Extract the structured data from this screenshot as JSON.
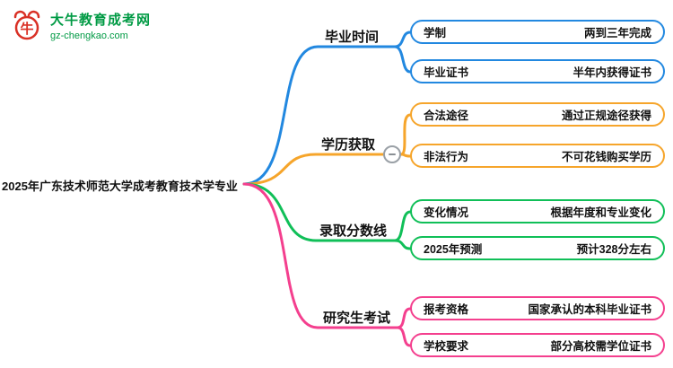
{
  "logo": {
    "title": "大牛教育成考网",
    "domain": "gz-chengkao.com",
    "icon": "ox-icon"
  },
  "root": {
    "label": "2025年广东技术师范大学成考教育技术学专业"
  },
  "colors": {
    "blue": "#2288e0",
    "orange": "#f6a52b",
    "green": "#10bf58",
    "pink": "#f43f8e",
    "logo_green": "#009a44",
    "logo_red": "#d93025",
    "collapse_gray": "#9aa0a6"
  },
  "branches": [
    {
      "label": "毕业时间",
      "color": "#2288e0",
      "children": [
        {
          "label": "学制",
          "value": "两到三年完成"
        },
        {
          "label": "毕业证书",
          "value": "半年内获得证书"
        }
      ]
    },
    {
      "label": "学历获取",
      "color": "#f6a52b",
      "collapsed_toggle": "minus",
      "children": [
        {
          "label": "合法途径",
          "value": "通过正规途径获得"
        },
        {
          "label": "非法行为",
          "value": "不可花钱购买学历"
        }
      ]
    },
    {
      "label": "录取分数线",
      "color": "#10bf58",
      "children": [
        {
          "label": "变化情况",
          "value": "根据年度和专业变化"
        },
        {
          "label": "2025年预测",
          "value": "预计328分左右"
        }
      ]
    },
    {
      "label": "研究生考试",
      "color": "#f43f8e",
      "children": [
        {
          "label": "报考资格",
          "value": "国家承认的本科毕业证书"
        },
        {
          "label": "学校要求",
          "value": "部分高校需学位证书"
        }
      ]
    }
  ]
}
